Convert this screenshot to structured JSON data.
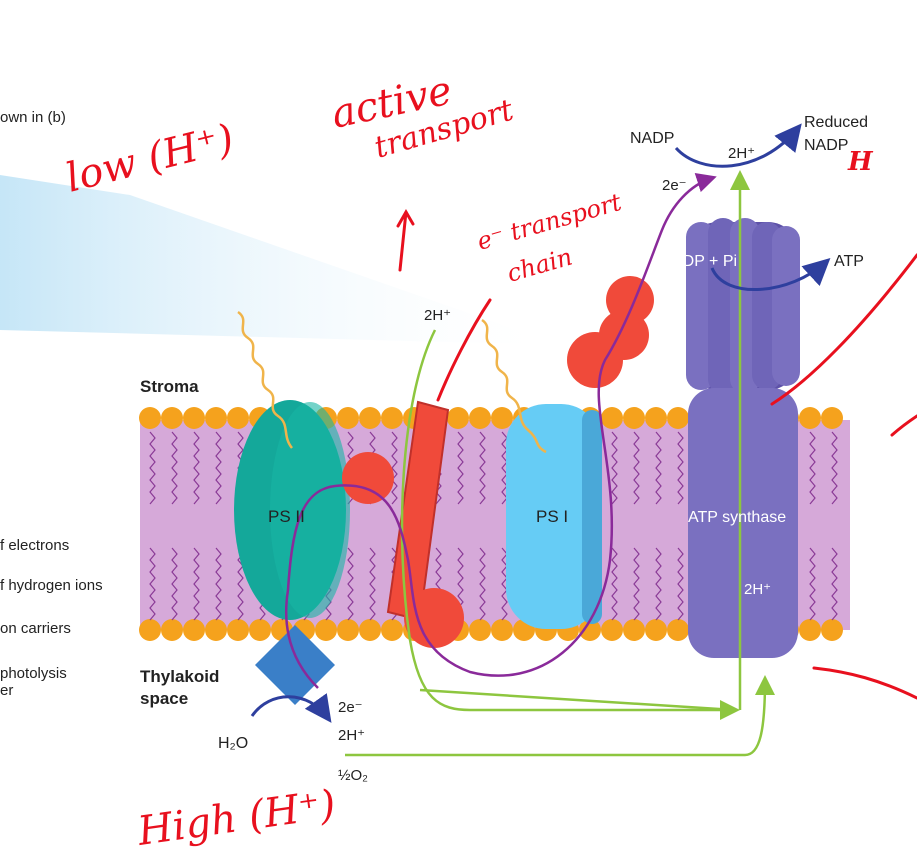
{
  "legend": {
    "shown_in": "own in (b)",
    "items": [
      "f electrons",
      "f hydrogen ions",
      "on carriers",
      "photolysis",
      "er"
    ]
  },
  "regions": {
    "stroma": "Stroma",
    "thylakoid_line1": "Thylakoid",
    "thylakoid_line2": "space"
  },
  "complexes": {
    "ps2": "PS II",
    "ps1": "PS I",
    "atp_synthase": "ATP synthase"
  },
  "molecules": {
    "nadp": "NADP",
    "reduced_line1": "Reduced",
    "reduced_line2": "NADP",
    "two_h_top": "2H⁺",
    "two_e_top": "2e⁻",
    "adp_pi": "ADP + Pi",
    "atp": "ATP",
    "two_h_stroma": "2H⁺",
    "two_h_synthase": "2H⁺",
    "water": "H₂O",
    "two_e_bottom": "2e⁻",
    "two_h_bottom": "2H⁺",
    "half_o2": "½O₂"
  },
  "annotations": {
    "low": "low (H⁺)",
    "active": "active",
    "transport": "transport",
    "e_transport": "e⁻ transport",
    "chain": "chain",
    "high": "High (H⁺)",
    "h_mark": "H"
  },
  "colors": {
    "membrane": "#d6a9d9",
    "head": "#f5a21d",
    "ps2": "#14a89a",
    "ps1": "#66ccf5",
    "carrier": "#f04a3a",
    "atp_synthase": "#7a70c0",
    "electron_path": "#8a2a9a",
    "proton_path": "#8dc63f",
    "annotation": "#e8101e"
  }
}
